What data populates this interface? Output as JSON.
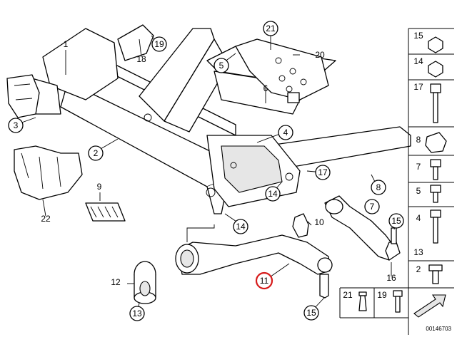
{
  "callouts": [
    {
      "id": "c1",
      "label": "1"
    },
    {
      "id": "c2",
      "label": "2"
    },
    {
      "id": "c3",
      "label": "3"
    },
    {
      "id": "c4",
      "label": "4"
    },
    {
      "id": "c5",
      "label": "5"
    },
    {
      "id": "c6",
      "label": "6"
    },
    {
      "id": "c7",
      "label": "7"
    },
    {
      "id": "c8",
      "label": "8"
    },
    {
      "id": "c9",
      "label": "9"
    },
    {
      "id": "c10",
      "label": "10"
    },
    {
      "id": "c11",
      "label": "11",
      "highlight": "#d61a1a"
    },
    {
      "id": "c12",
      "label": "12"
    },
    {
      "id": "c13",
      "label": "13"
    },
    {
      "id": "c14a",
      "label": "14"
    },
    {
      "id": "c14b",
      "label": "14"
    },
    {
      "id": "c15a",
      "label": "15"
    },
    {
      "id": "c15b",
      "label": "15"
    },
    {
      "id": "c16",
      "label": "16"
    },
    {
      "id": "c17",
      "label": "17"
    },
    {
      "id": "c18",
      "label": "18"
    },
    {
      "id": "c19",
      "label": "19"
    },
    {
      "id": "c20",
      "label": "20"
    },
    {
      "id": "c21",
      "label": "21"
    },
    {
      "id": "c22",
      "label": "22"
    }
  ],
  "sidebar": {
    "items": [
      "15",
      "14",
      "17",
      "8",
      "7",
      "5",
      "4",
      "13",
      "2"
    ]
  },
  "bottom_row": [
    "21",
    "19"
  ],
  "document_number": "00146703",
  "colors": {
    "line": "#000000",
    "highlight": "#d61a1a",
    "background": "#ffffff"
  }
}
